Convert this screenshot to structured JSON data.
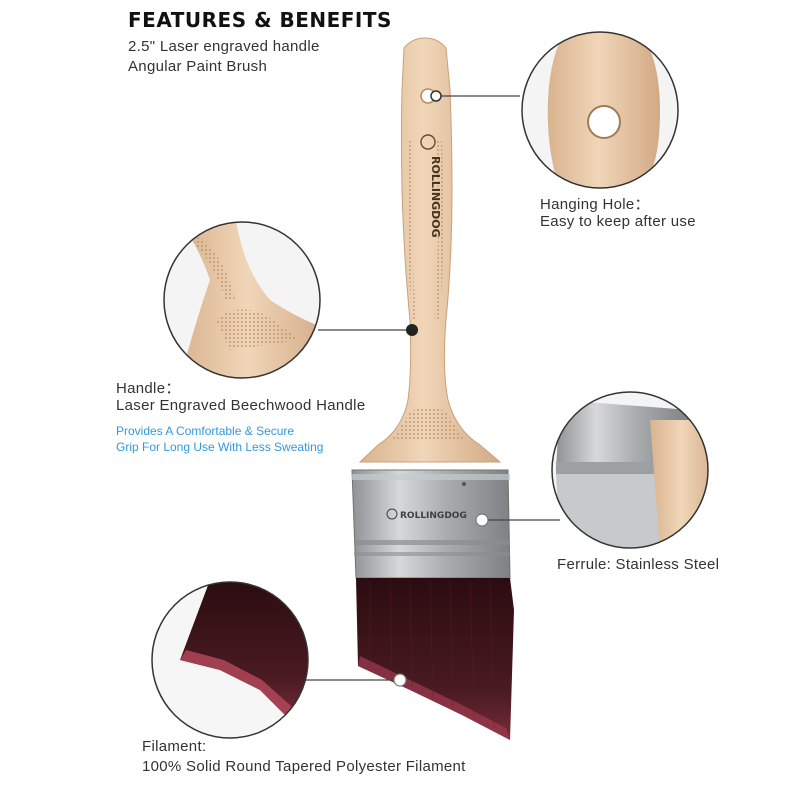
{
  "header": {
    "title": "FEATURES & BENEFITS",
    "line1": "2.5\" Laser engraved handle",
    "line2": "Angular Paint Brush"
  },
  "features": {
    "hanging_hole": {
      "label": "Hanging Hole：",
      "desc": "Easy to keep after use"
    },
    "handle": {
      "label": "Handle：",
      "desc": "Laser Engraved Beechwood Handle",
      "note1": "Provides A Comfortable & Secure",
      "note2": "Grip For Long Use With Less Sweating"
    },
    "ferrule": {
      "label": "Ferrule: Stainless Steel"
    },
    "filament": {
      "label": "Filament:",
      "desc": "100% Solid Round Tapered Polyester Filament"
    }
  },
  "brand": {
    "handle_text": "ROLLINGDOG",
    "ferrule_text": "ROLLINGDOG"
  },
  "colors": {
    "wood": "#e8c9a7",
    "wood_dark": "#c9a07a",
    "steel": "#b7b9bb",
    "bristle": "#3a1216",
    "bristle_tip": "#b04658",
    "accent_blue": "#3399dd"
  }
}
